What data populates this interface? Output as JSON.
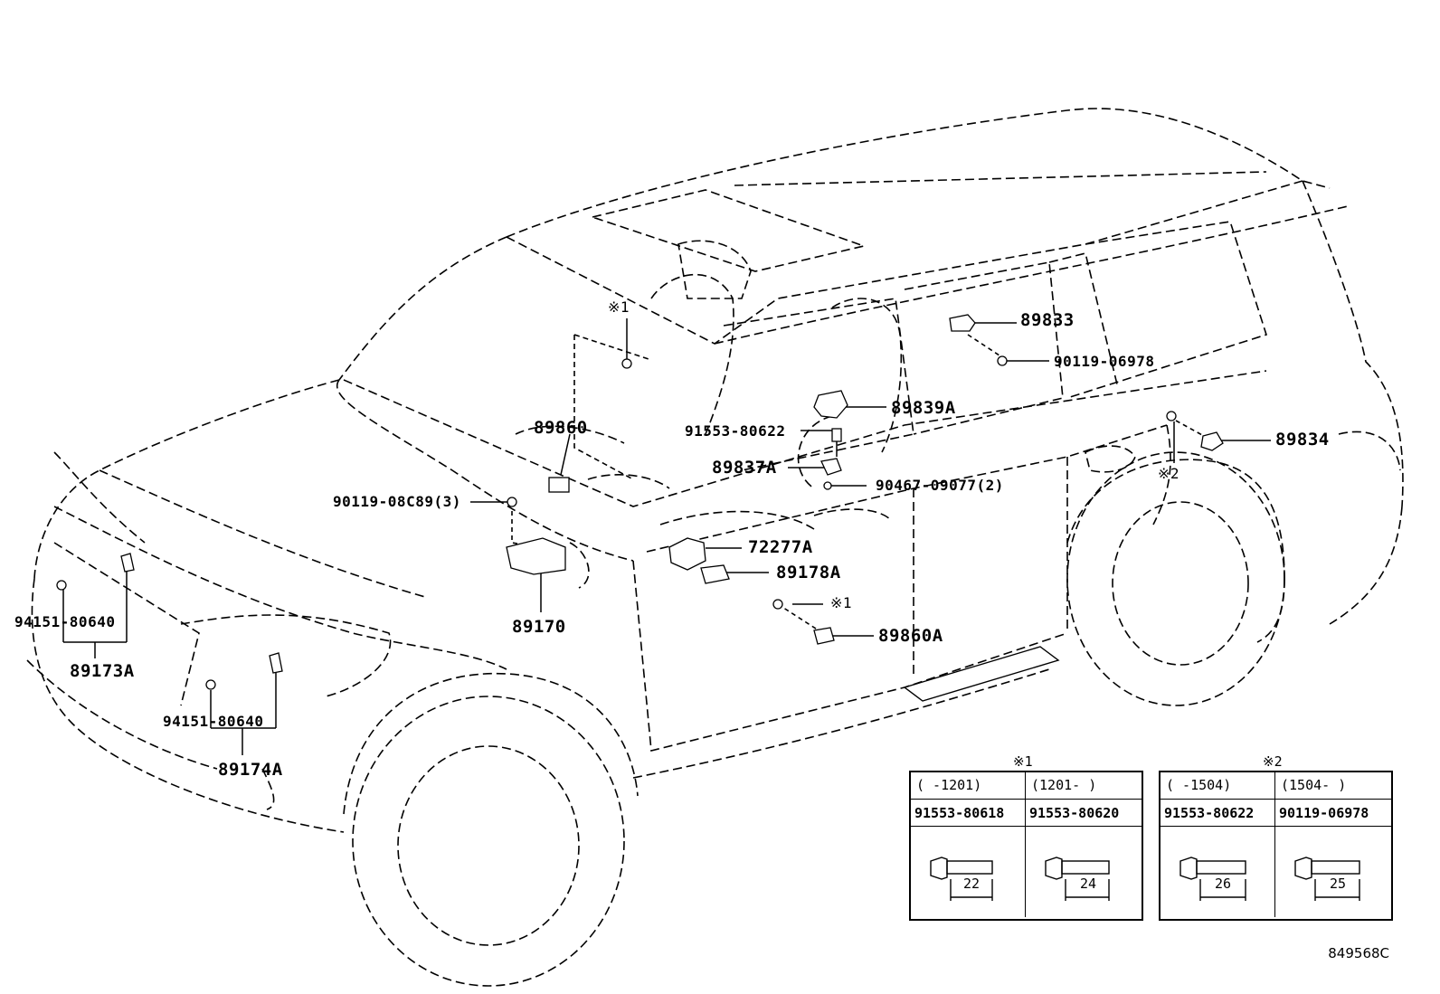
{
  "diagram_code": "849568C",
  "callouts": {
    "c89833": "89833",
    "c90119_06978": "90119-06978",
    "c89839A": "89839A",
    "c89834": "89834",
    "c91553_80622": "91553-80622",
    "c89860": "89860",
    "c89837A": "89837A",
    "c90467": "90467-09077(2)",
    "c90119_08C89": "90119-08C89(3)",
    "c72277A": "72277A",
    "c89178A": "89178A",
    "c89170": "89170",
    "c89860A": "89860A",
    "c94151_a": "94151-80640",
    "c89173A": "89173A",
    "c94151_b": "94151-80640",
    "c89174A": "89174A"
  },
  "markers": {
    "m1_top": "※1",
    "m1_lower": "※1",
    "m2": "※2"
  },
  "tables": [
    {
      "marker": "※1",
      "columns": [
        {
          "range": "(     -1201)",
          "part": "91553-80618",
          "length": "22"
        },
        {
          "range": "(1201-      )",
          "part": "91553-80620",
          "length": "24"
        }
      ]
    },
    {
      "marker": "※2",
      "columns": [
        {
          "range": "(     -1504)",
          "part": "91553-80622",
          "length": "26"
        },
        {
          "range": "(1504-      )",
          "part": "90119-06978",
          "length": "25"
        }
      ]
    }
  ]
}
